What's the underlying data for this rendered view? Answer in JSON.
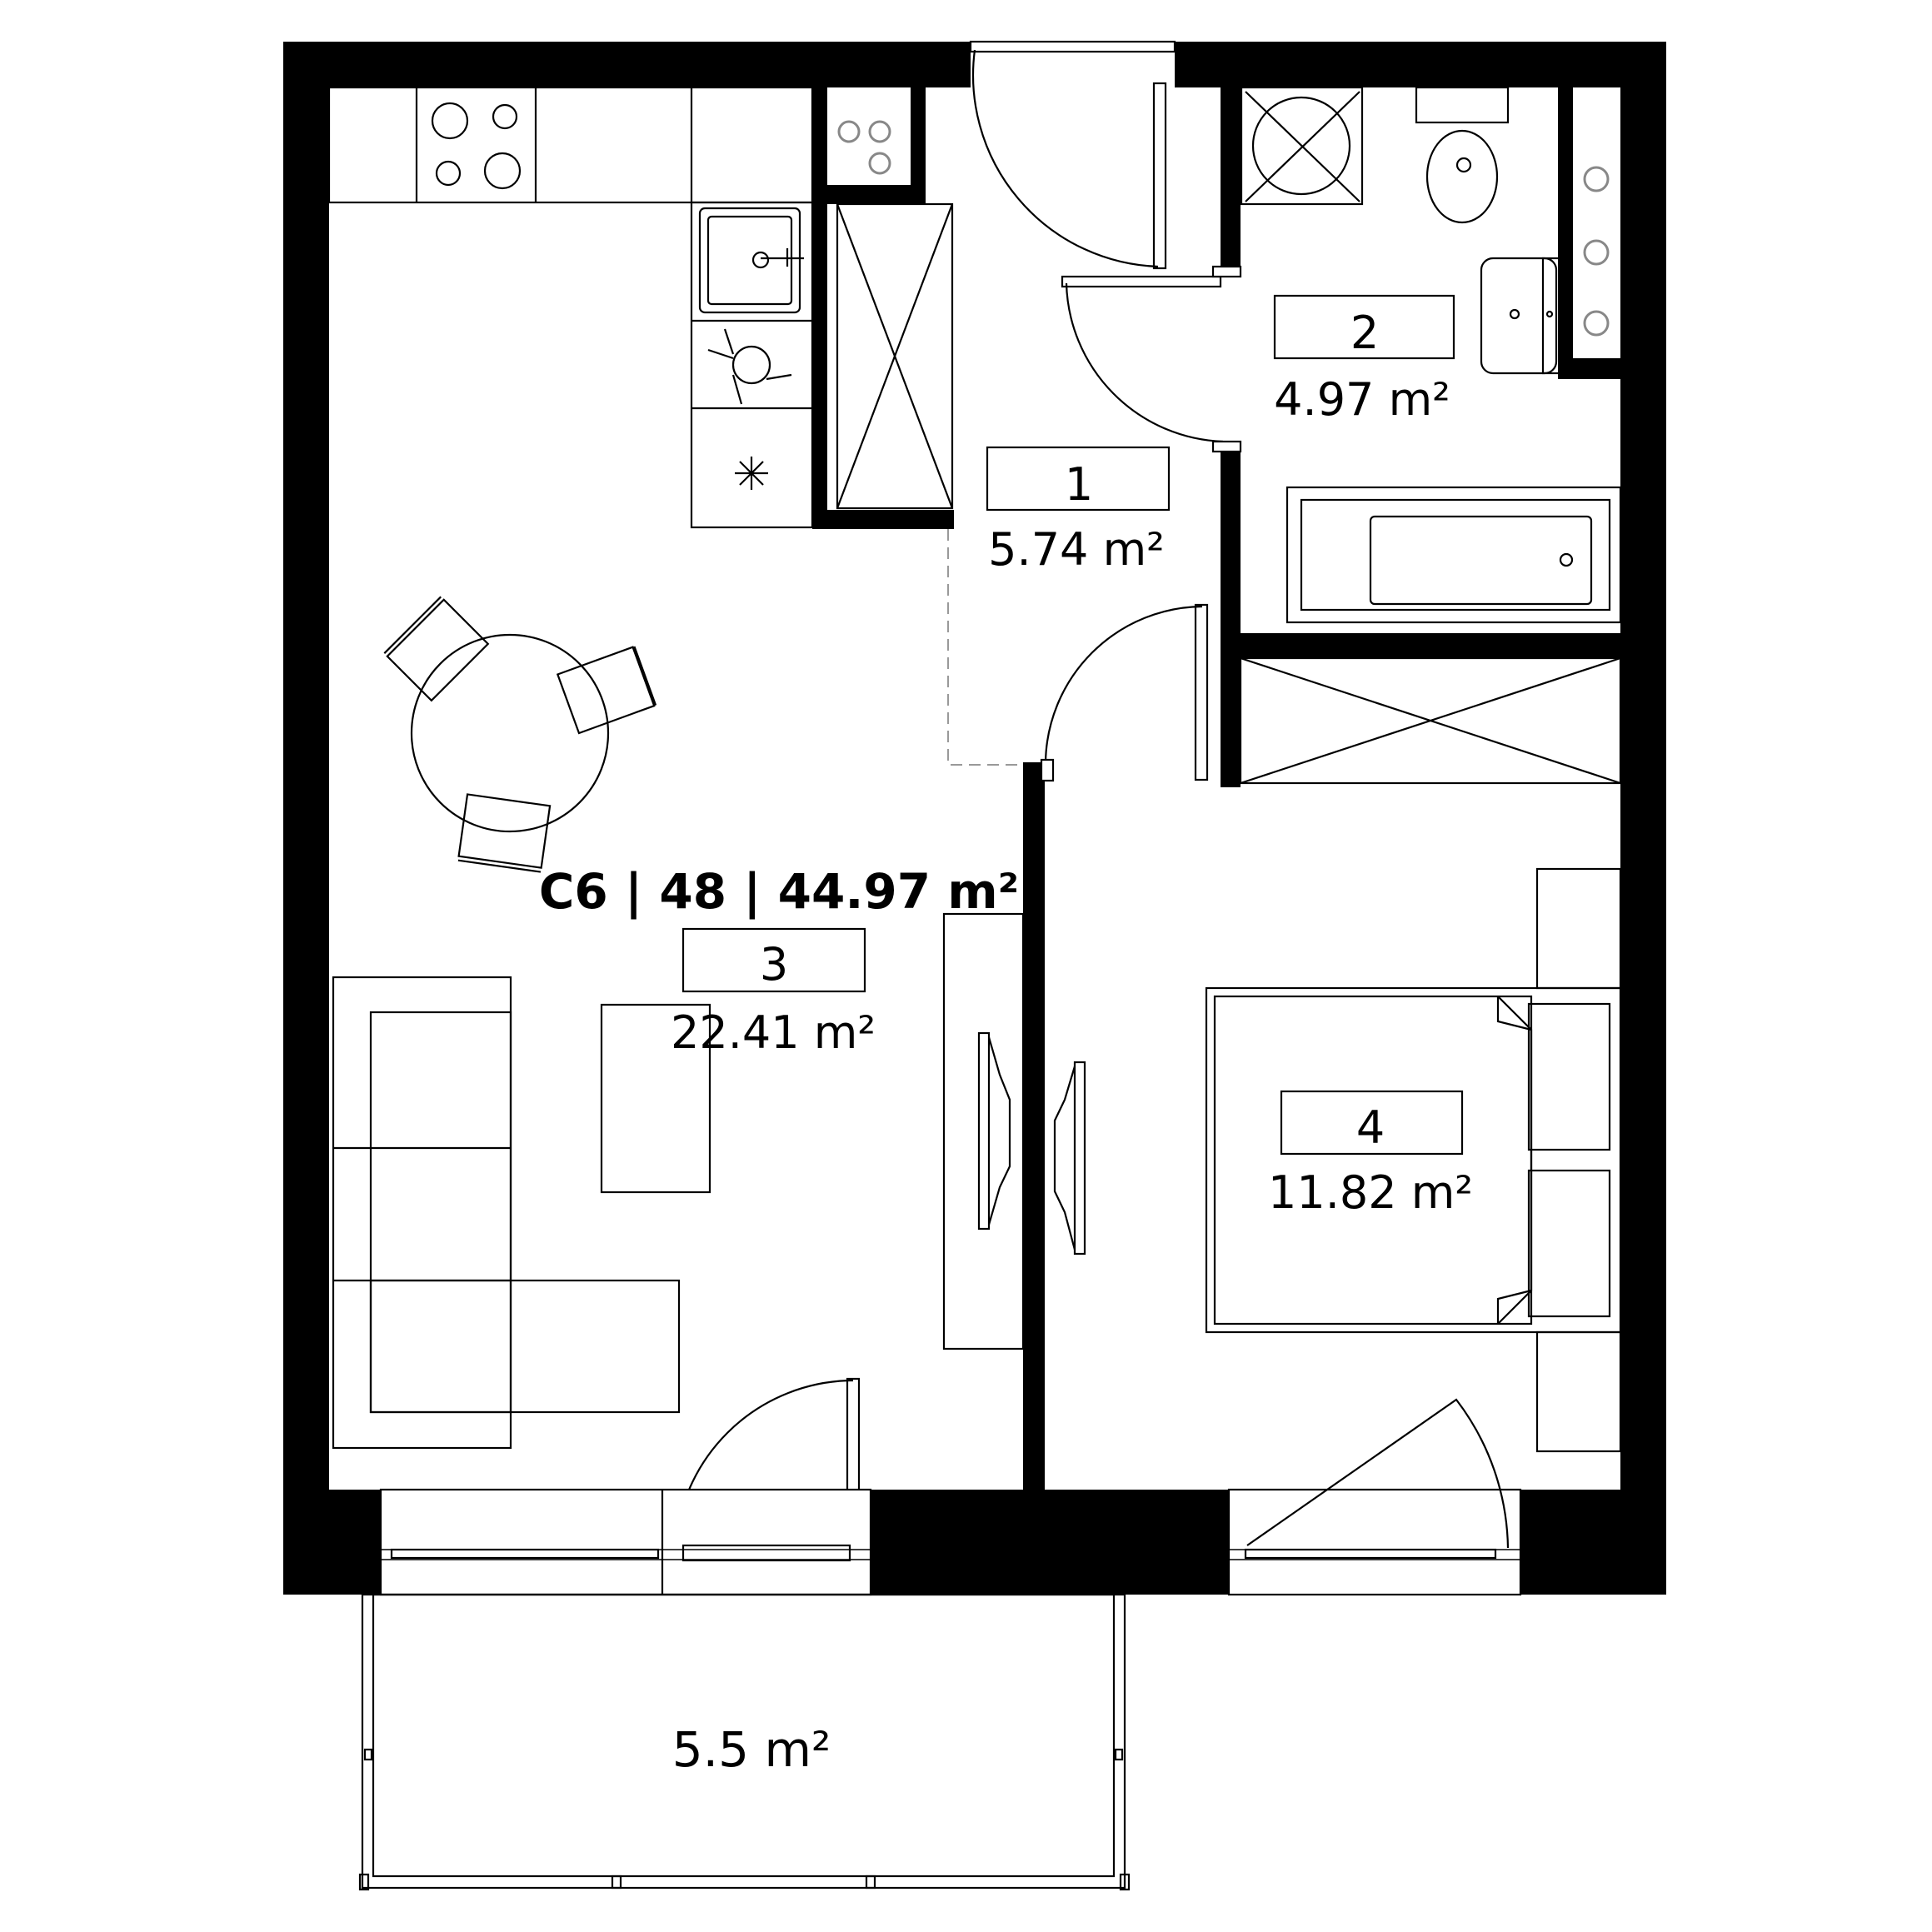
{
  "unit": {
    "code": "C6",
    "number": "48",
    "total_area": "44.97 m²",
    "heading": "C6 | 48 | 44.97 m²"
  },
  "rooms": [
    {
      "number": "1",
      "area": "5.74 m²"
    },
    {
      "number": "2",
      "area": "4.97 m²"
    },
    {
      "number": "3",
      "area": "22.41 m²"
    },
    {
      "number": "4",
      "area": "11.82 m²"
    }
  ],
  "balcony": {
    "area": "5.5 m²"
  },
  "colors": {
    "wall": "#000000",
    "line": "#000000",
    "fixture_gray": "#888888",
    "background": "#ffffff"
  }
}
